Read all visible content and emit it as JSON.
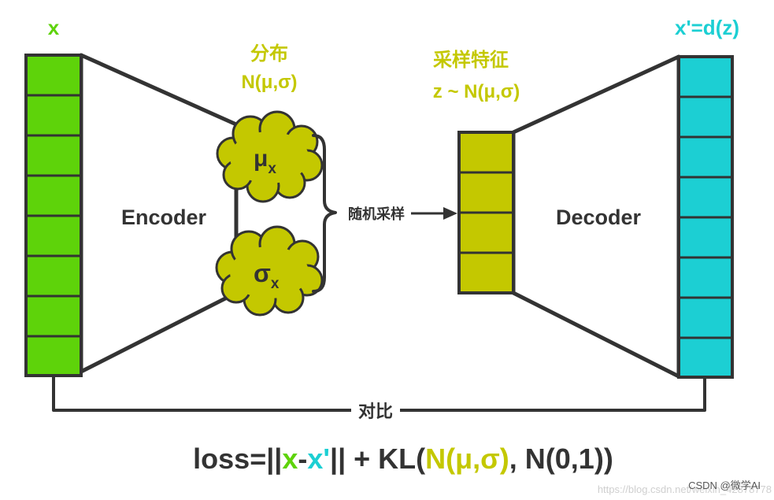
{
  "colors": {
    "input": "#5ed30a",
    "output": "#1ccfd3",
    "latent": "#c4c800",
    "stroke": "#333333",
    "text": "#333333"
  },
  "input": {
    "label": "x",
    "cells": 8
  },
  "output": {
    "label": "x'=d(z)",
    "cells": 8
  },
  "encoder": {
    "label": "Encoder"
  },
  "decoder": {
    "label": "Decoder"
  },
  "distribution": {
    "title": "分布",
    "formula": "N(μ,σ)"
  },
  "mu": {
    "symbol": "μ",
    "subscript": "x"
  },
  "sigma": {
    "symbol": "σ",
    "subscript": "x"
  },
  "sampling": {
    "label": "随机采样"
  },
  "features": {
    "title": "采样特征",
    "formula": "z ~ N(μ,σ)",
    "cells": 4
  },
  "compare": {
    "label": "对比"
  },
  "loss": {
    "prefix": "loss=||",
    "x": "x",
    "minus": "-",
    "xprime": "x'",
    "mid": "|| + KL(",
    "dist": "N(μ,σ)",
    "suffix": ", N(0,1))"
  },
  "watermark": {
    "text": "CSDN @微学AI",
    "url": "https://blog.csdn.net/weixin_42878778"
  }
}
